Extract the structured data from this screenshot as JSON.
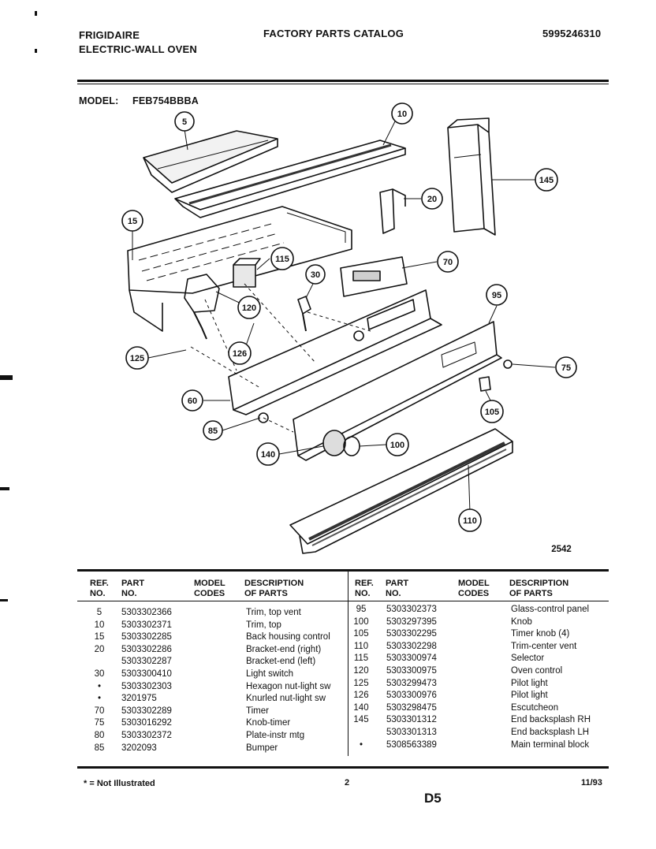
{
  "header": {
    "brand": "FRIGIDAIRE",
    "product": "ELECTRIC-WALL OVEN",
    "title": "FACTORY PARTS CATALOG",
    "catalog_no": "5995246310"
  },
  "model": {
    "label": "MODEL:",
    "value": "FEB754BBBA"
  },
  "diagram": {
    "callouts": [
      "5",
      "10",
      "145",
      "20",
      "15",
      "115",
      "30",
      "70",
      "120",
      "95",
      "126",
      "125",
      "75",
      "60",
      "105",
      "85",
      "100",
      "140",
      "110"
    ],
    "drawing_no": "2542"
  },
  "table": {
    "headers": {
      "ref_no": "REF. NO.",
      "part_no": "PART NO.",
      "model_codes": "MODEL CODES",
      "description": "DESCRIPTION OF PARTS"
    },
    "left": [
      {
        "ref": "5",
        "part": "5303302366",
        "desc": "Trim, top vent"
      },
      {
        "ref": "10",
        "part": "5303302371",
        "desc": "Trim, top"
      },
      {
        "ref": "15",
        "part": "5303302285",
        "desc": "Back housing control"
      },
      {
        "ref": "20",
        "part": "5303302286",
        "desc": "Bracket-end (right)"
      },
      {
        "ref": "",
        "part": "5303302287",
        "desc": "Bracket-end (left)"
      },
      {
        "ref": "30",
        "part": "5303300410",
        "desc": "Light switch"
      },
      {
        "ref": "•",
        "part": "5303302303",
        "desc": "Hexagon nut-light sw"
      },
      {
        "ref": "•",
        "part": "3201975",
        "desc": "Knurled nut-light sw"
      },
      {
        "ref": "70",
        "part": "5303302289",
        "desc": "Timer"
      },
      {
        "ref": "75",
        "part": "5303016292",
        "desc": "Knob-timer"
      },
      {
        "ref": "80",
        "part": "5303302372",
        "desc": "Plate-instr mtg"
      },
      {
        "ref": "85",
        "part": "3202093",
        "desc": "Bumper"
      }
    ],
    "right": [
      {
        "ref": "95",
        "part": "5303302373",
        "desc": "Glass-control panel"
      },
      {
        "ref": "100",
        "part": "5303297395",
        "desc": "Knob"
      },
      {
        "ref": "105",
        "part": "5303302295",
        "desc": "Timer knob (4)"
      },
      {
        "ref": "110",
        "part": "5303302298",
        "desc": "Trim-center vent"
      },
      {
        "ref": "115",
        "part": "5303300974",
        "desc": "Selector"
      },
      {
        "ref": "120",
        "part": "5303300975",
        "desc": "Oven control"
      },
      {
        "ref": "125",
        "part": "5303299473",
        "desc": "Pilot light"
      },
      {
        "ref": "126",
        "part": "5303300976",
        "desc": "Pilot light"
      },
      {
        "ref": "140",
        "part": "5303298475",
        "desc": "Escutcheon"
      },
      {
        "ref": "145",
        "part": "5303301312",
        "desc": "End backsplash RH"
      },
      {
        "ref": "",
        "part": "5303301313",
        "desc": "End backsplash LH"
      },
      {
        "ref": "•",
        "part": "5308563389",
        "desc": "Main terminal block"
      }
    ]
  },
  "footer": {
    "note": "* = Not Illustrated",
    "page": "2",
    "date": "11/93",
    "section": "D5"
  }
}
